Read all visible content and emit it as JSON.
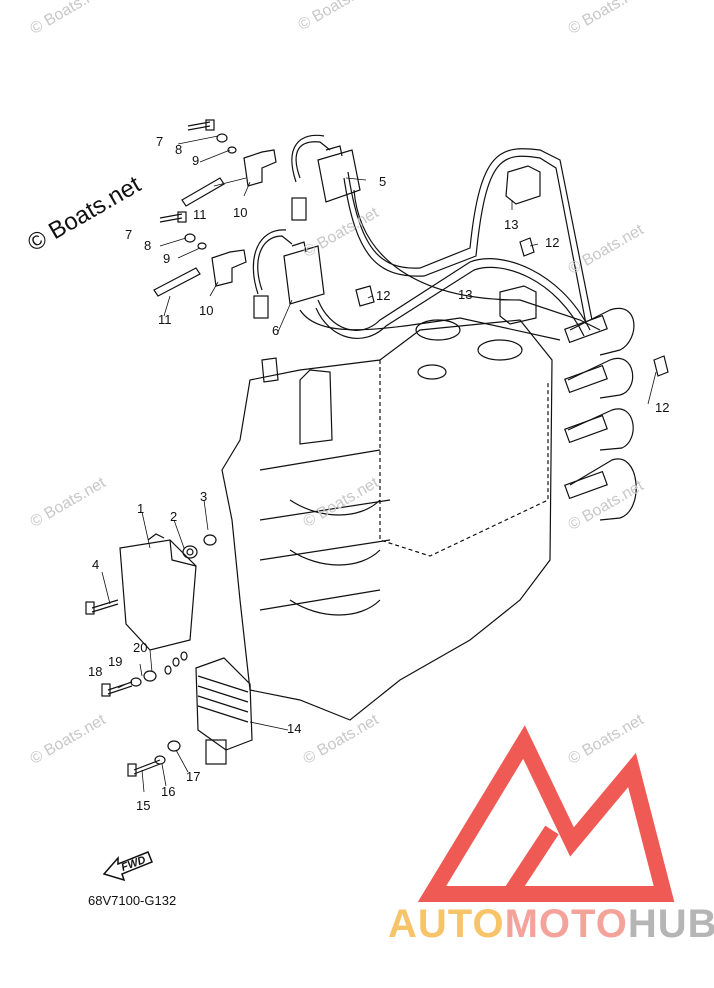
{
  "watermark": "© Boats.net",
  "diagram_code": "68V7100-G132",
  "fwd_label": "FWD",
  "brand": {
    "part1": "AUTO",
    "part2": "MOTO",
    "part3": "HUB"
  },
  "callouts": {
    "c1": "1",
    "c2": "2",
    "c3": "3",
    "c4": "4",
    "c5": "5",
    "c6": "6",
    "c7a": "7",
    "c7b": "7",
    "c8a": "8",
    "c8b": "8",
    "c9a": "9",
    "c9b": "9",
    "c10a": "10",
    "c10b": "10",
    "c11a": "11",
    "c11b": "11",
    "c12a": "12",
    "c12b": "12",
    "c12c": "12",
    "c13a": "13",
    "c13b": "13",
    "c14": "14",
    "c15": "15",
    "c16": "16",
    "c17": "17",
    "c18": "18",
    "c19": "19",
    "c20": "20"
  },
  "colors": {
    "logo_red": "#f05a55",
    "line": "#111111"
  }
}
